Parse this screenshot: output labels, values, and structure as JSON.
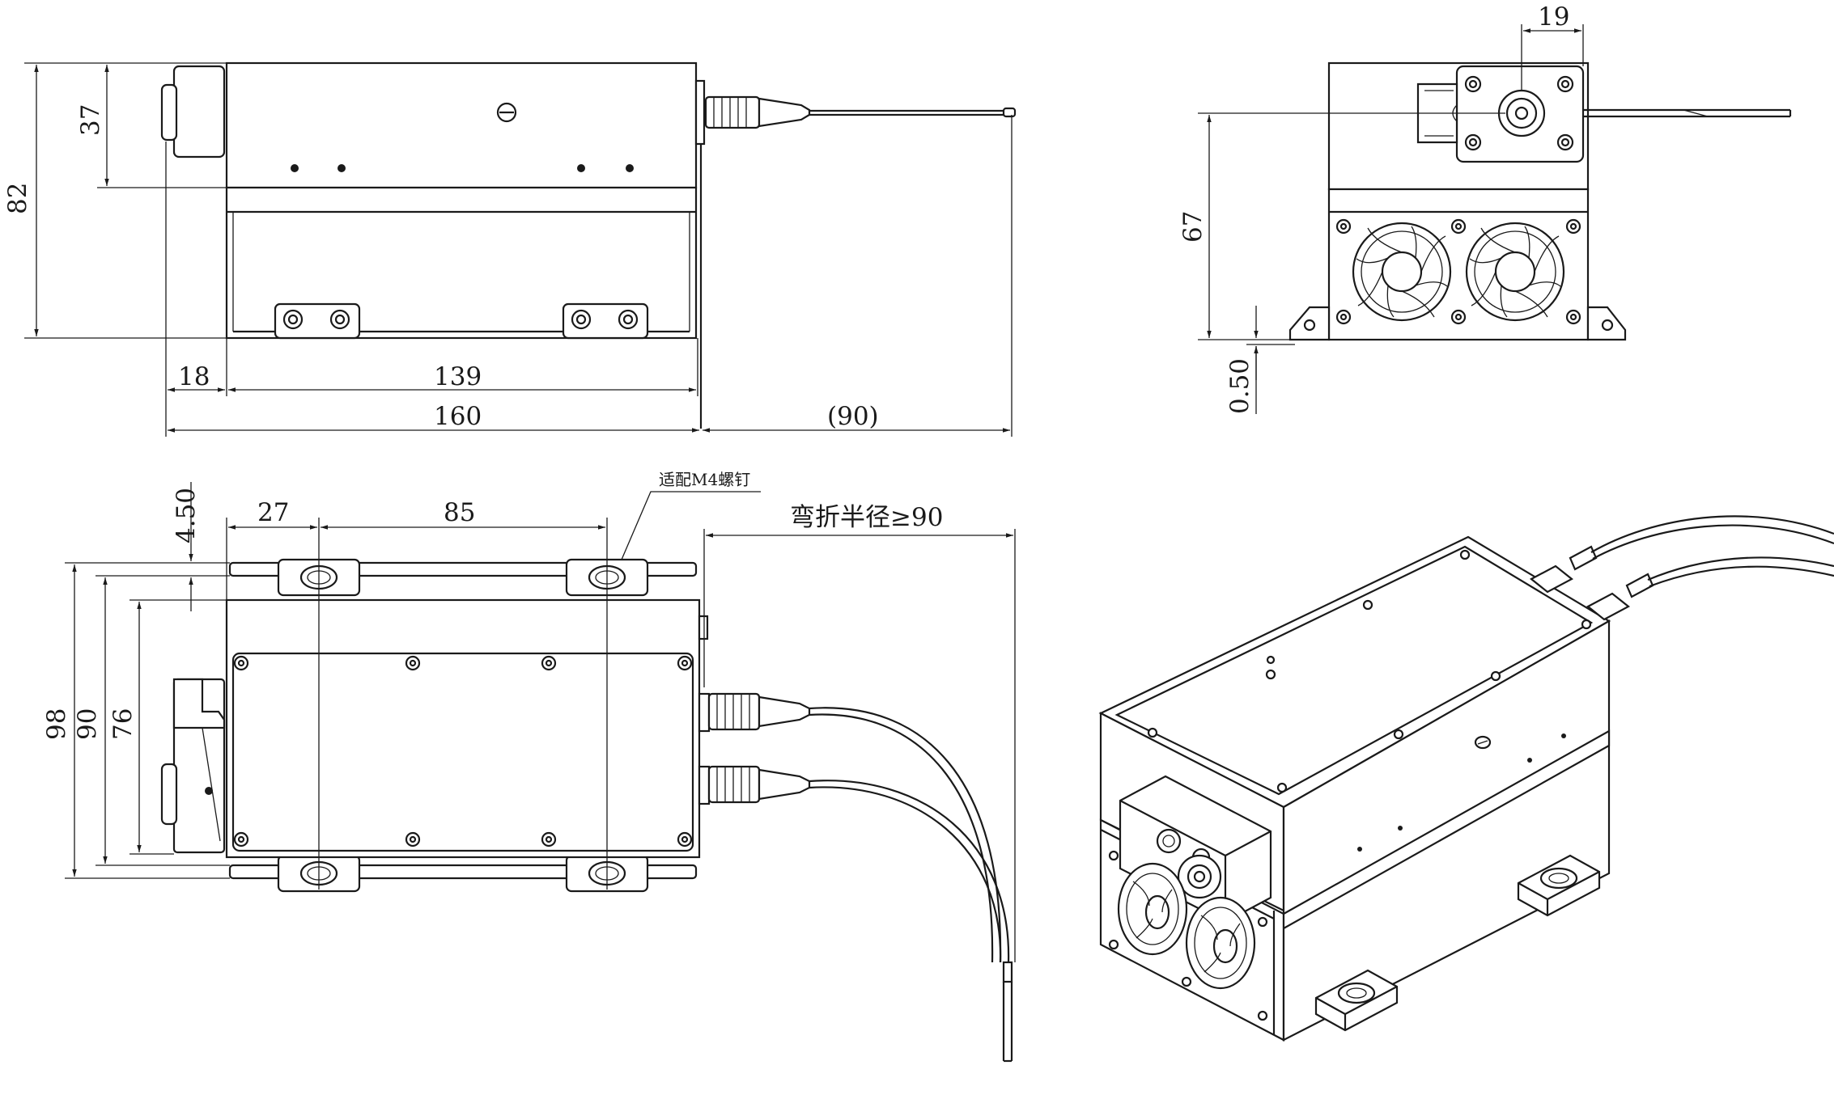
{
  "dimensions": {
    "side_height_total": "82",
    "side_height_upper": "37",
    "side_length_front": "18",
    "side_length_body": "139",
    "side_length_total": "160",
    "side_fiber_length": "(90)",
    "end_fiber_offset": "19",
    "end_height": "67",
    "end_base_gap": "0.50",
    "top_flange_gap": "4.50",
    "top_hole_offset": "27",
    "top_hole_spacing": "85",
    "top_width_total": "98",
    "top_width_mid": "90",
    "top_width_body": "76"
  },
  "notes": {
    "screw_note": "适配M4螺钉",
    "bend_radius": "弯折半径≥90"
  }
}
